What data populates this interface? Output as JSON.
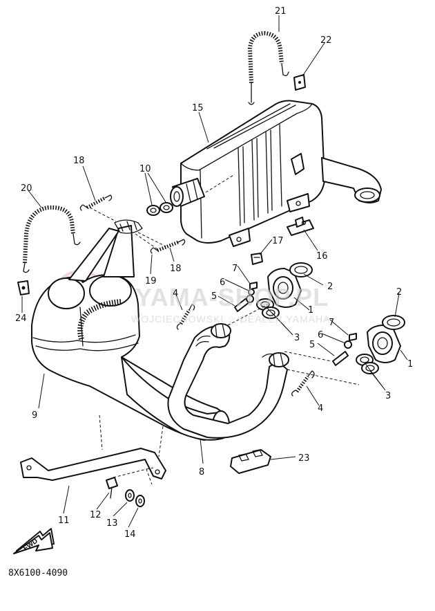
{
  "diagram_code": "8X6100-4090",
  "fwd_label": "FWD",
  "watermark": {
    "main": "YAMA-SHOP.PL",
    "sub": "WOJCIECHOWSKI ☆ DEALER YAMAHA",
    "color": "#c9c9c9",
    "emblem_color": "#e8a0a0"
  },
  "callouts": [
    "21",
    "22",
    "15",
    "10",
    "18",
    "20",
    "18",
    "19",
    "17",
    "16",
    "7",
    "6",
    "5",
    "4",
    "2",
    "2",
    "7",
    "6",
    "5",
    "1",
    "1",
    "3",
    "3",
    "24",
    "9",
    "4",
    "8",
    "23",
    "11",
    "12",
    "13",
    "14"
  ],
  "ink_color": "#111111"
}
